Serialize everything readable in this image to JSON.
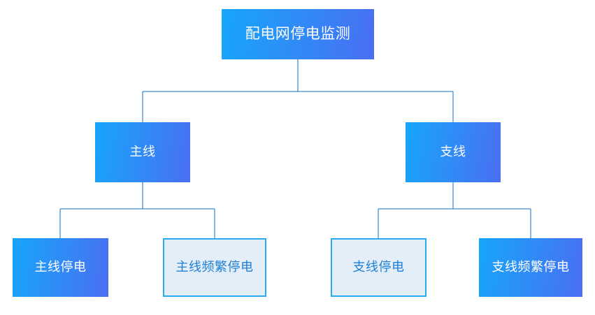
{
  "diagram": {
    "title": "配电网停电监测",
    "type": "org-tree",
    "orientation": "top-down",
    "colors": {
      "background": "#ffffff",
      "node_fill_gradient_start": "#16a6fb",
      "node_fill_gradient_end": "#4a6ef2",
      "node_fill_text": "#ffffff",
      "node_outline_fill": "#e3eef8",
      "node_outline_border": "#2aaaf5",
      "node_outline_text": "#1f7fd3",
      "connector_line": "#1270bf"
    },
    "nodes": {
      "root": {
        "label": "配电网停电监测",
        "style": "filled"
      },
      "main_line": {
        "label": "主线",
        "style": "filled"
      },
      "branch_line": {
        "label": "支线",
        "style": "filled"
      },
      "main_outage": {
        "label": "主线停电",
        "style": "filled"
      },
      "main_frequent_outage": {
        "label": "主线频繁停电",
        "style": "outlined"
      },
      "branch_outage": {
        "label": "支线停电",
        "style": "outlined"
      },
      "branch_frequent_outage": {
        "label": "支线频繁停电",
        "style": "filled"
      }
    }
  }
}
